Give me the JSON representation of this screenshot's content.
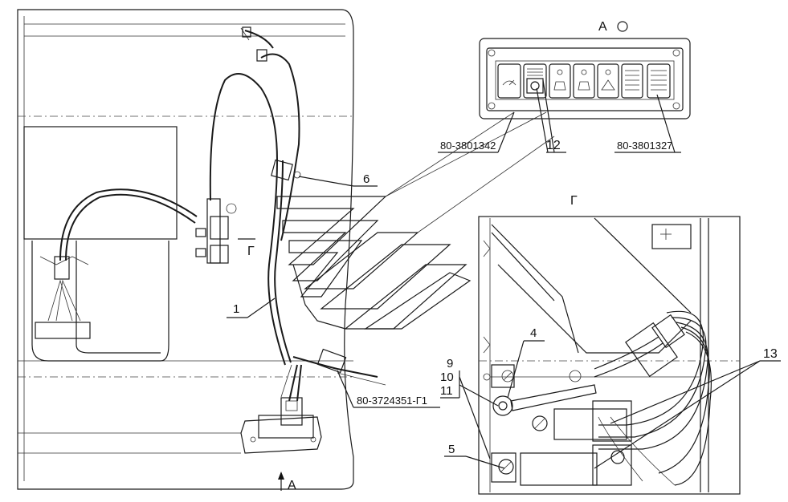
{
  "labels": {
    "view_a_title": "А",
    "view_a_arrow": "А",
    "section_g_title": "Г",
    "section_g_mark": "Г",
    "num_1": "1",
    "num_4": "4",
    "num_5": "5",
    "num_6": "6",
    "num_9": "9",
    "num_10": "10",
    "num_11": "11",
    "num_12": "12",
    "num_13": "13",
    "part_panel_left": "80-3801342",
    "part_panel_right": "80-3801327",
    "part_harness": "80-3724351-Г1"
  },
  "switch_panel": {
    "icons": [
      "wiper-icon",
      "fan-icon",
      "lamp-icon",
      "lamp-icon",
      "lamp-icon",
      "warning-triangle-icon",
      "blank-icon",
      "blank-icon"
    ]
  }
}
